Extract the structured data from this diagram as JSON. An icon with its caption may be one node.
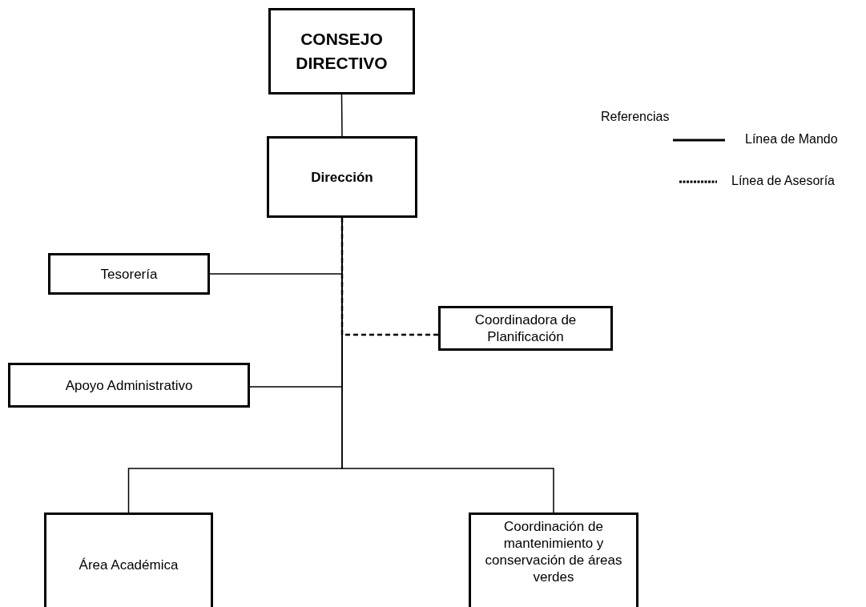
{
  "diagram": {
    "nodes": [
      {
        "text": [
          "CONSEJO DIRECTIVO"
        ]
      },
      {
        "text": [
          "Dirección"
        ]
      },
      {
        "text": [
          "Tesorería"
        ]
      },
      {
        "text": [
          "Coordinadora de Planificación"
        ]
      },
      {
        "text": [
          "Apoyo Administrativo"
        ]
      },
      {
        "text": [
          "Área Académica"
        ]
      },
      {
        "text": [
          "Coordinación de mantenimiento y conservación de áreas verdes"
        ]
      }
    ],
    "edges": [
      {
        "from": 0,
        "to": 1,
        "arrow": "none"
      },
      {
        "from": 1,
        "to": 2,
        "arrow": "none"
      },
      {
        "from": 1,
        "to": 3,
        "arrow": "none",
        "style": "dashed"
      },
      {
        "from": 1,
        "to": 4,
        "arrow": "none"
      },
      {
        "from": 1,
        "to": 5,
        "arrow": "none"
      },
      {
        "from": 1,
        "to": 6,
        "arrow": "none"
      }
    ],
    "labels": [
      "Referencias"
    ],
    "legend": [
      {
        "text": "Línea de Mando"
      },
      {
        "text": "Línea de Asesoría"
      }
    ]
  }
}
